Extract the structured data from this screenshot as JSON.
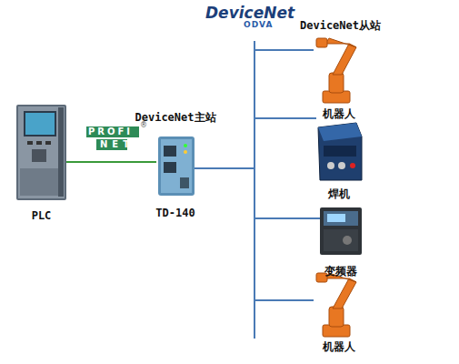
{
  "diagram": {
    "nodes": [
      {
        "text": [
          "PLC"
        ]
      },
      {
        "text": [
          "DeviceNet主站",
          "TD-140"
        ]
      },
      {
        "text": [
          "机器人"
        ]
      },
      {
        "text": [
          "焊机"
        ]
      },
      {
        "text": [
          "变频器"
        ]
      },
      {
        "text": [
          "机器人"
        ]
      }
    ],
    "edges": [
      {
        "from": 0,
        "to": 1,
        "arrow": "none"
      },
      {
        "from": 1,
        "to": 2,
        "arrow": "none"
      },
      {
        "from": 1,
        "to": 3,
        "arrow": "none"
      },
      {
        "from": 1,
        "to": 4,
        "arrow": "none"
      },
      {
        "from": 1,
        "to": 5,
        "arrow": "none"
      }
    ],
    "labels": [
      "DeviceNet",
      "ODVA",
      "DeviceNet从站",
      "PROFI",
      "NET",
      "®"
    ]
  }
}
